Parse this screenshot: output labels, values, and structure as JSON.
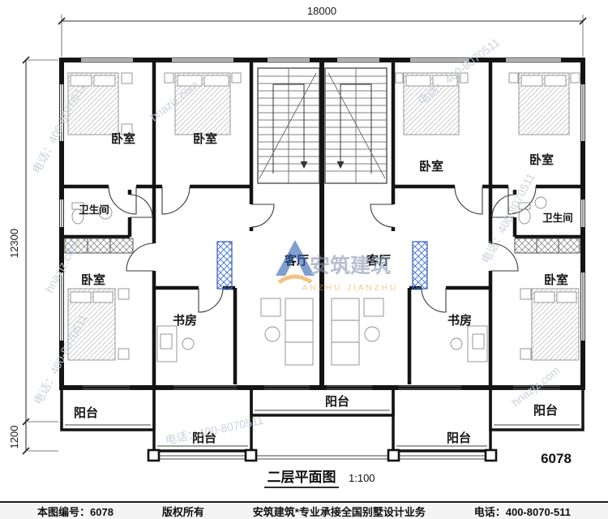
{
  "dimensions": {
    "width_mm": "18000",
    "depth_mm": "12300",
    "balcony_mm": "1200"
  },
  "rooms": {
    "bedroom": "卧室",
    "bathroom": "卫生间",
    "living": "客厅",
    "study": "书房",
    "balcony": "阳台"
  },
  "plan": {
    "title": "二层平面图",
    "scale": "1:100",
    "number": "6078"
  },
  "watermark": {
    "brand": "安筑建筑",
    "brand_en": "ANZHU JIANZHU",
    "phone": "电话：400-8070511",
    "site": "hnazjz.com"
  },
  "footer": {
    "number_label": "本图编号：",
    "number": "6078",
    "copyright": "版权所有",
    "slogan": "安筑建筑*专业承接全国别墅设计业务",
    "phone": "电话：400-8070-511"
  }
}
